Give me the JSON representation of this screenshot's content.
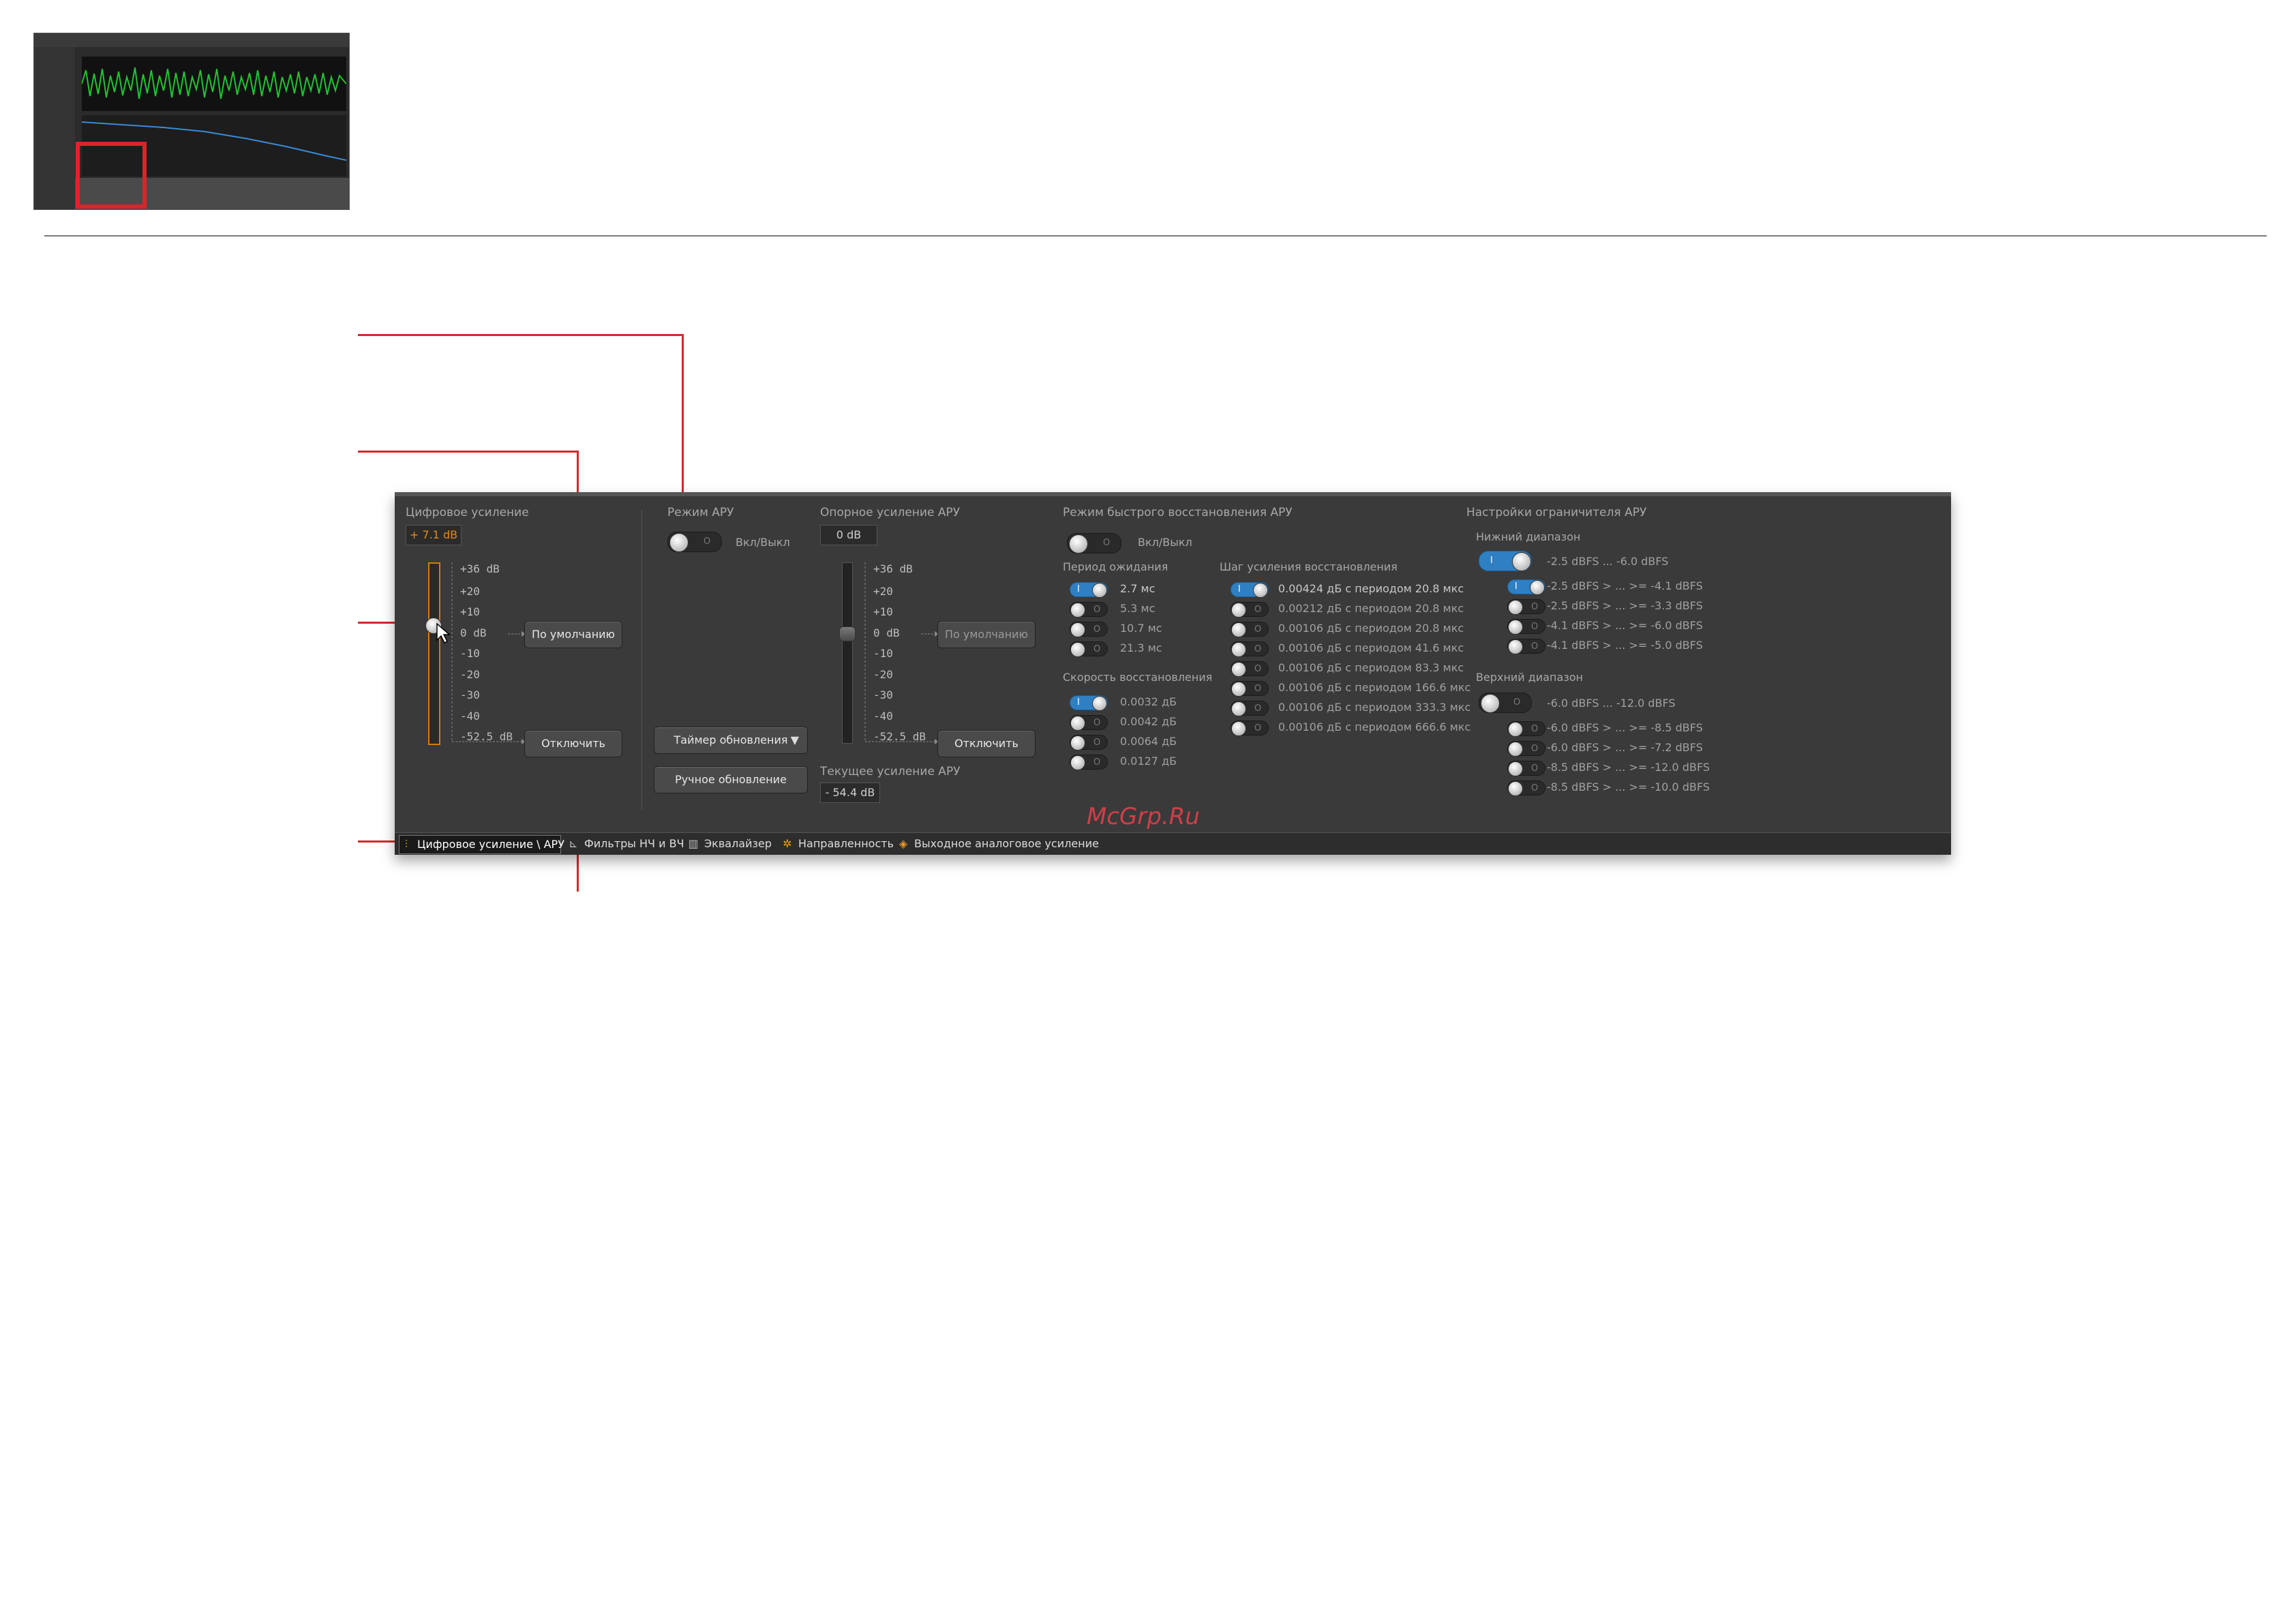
{
  "watermark": "McGrp.Ru",
  "digital_gain": {
    "title": "Цифровое усиление",
    "value": "+ 7.1 dB",
    "scale": [
      "+36 dB",
      "+20",
      "+10",
      "0 dB",
      "-10",
      "-20",
      "-30",
      "-40",
      "-52.5 dB"
    ],
    "default_button": "По умолчанию",
    "disable_button": "Отключить"
  },
  "agc_mode": {
    "title": "Режим АРУ",
    "toggle_label": "Вкл/Выкл",
    "timer_button": "Таймер обновления",
    "manual_button": "Ручное обновление"
  },
  "agc_reference": {
    "title": "Опорное усиление АРУ",
    "value": "0 dB",
    "scale": [
      "+36 dB",
      "+20",
      "+10",
      "0 dB",
      "-10",
      "-20",
      "-30",
      "-40",
      "-52.5 dB"
    ],
    "default_button": "По умолчанию",
    "disable_button": "Отключить",
    "current_title": "Текущее усиление АРУ",
    "current_value": "- 54.4 dB"
  },
  "fast_recovery": {
    "title": "Режим быстрого восстановления АРУ",
    "toggle_label": "Вкл/Выкл",
    "wait_title": "Период ожидания",
    "wait_options": [
      "2.7 мс",
      "5.3 мс",
      "10.7 мс",
      "21.3 мс"
    ],
    "speed_title": "Скорость восстановления",
    "speed_options": [
      "0.0032 дБ",
      "0.0042 дБ",
      "0.0064 дБ",
      "0.0127 дБ"
    ],
    "step_title": "Шаг усиления восстановления",
    "step_options": [
      "0.00424 дБ с периодом 20.8 мкс",
      "0.00212 дБ с периодом 20.8 мкс",
      "0.00106 дБ с периодом 20.8 мкс",
      "0.00106 дБ с периодом 41.6 мкс",
      "0.00106 дБ с периодом 83.3 мкс",
      "0.00106 дБ с периодом 166.6 мкс",
      "0.00106 дБ с периодом 333.3 мкс",
      "0.00106 дБ с периодом 666.6 мкс"
    ]
  },
  "limiter": {
    "title": "Настройки ограничителя АРУ",
    "lower_title": "Нижний диапазон",
    "lower_main": "-2.5 dBFS ... -6.0 dBFS",
    "lower_options": [
      "-2.5 dBFS > ... >= -4.1 dBFS",
      "-2.5 dBFS > ... >= -3.3 dBFS",
      "-4.1 dBFS > ... >= -6.0 dBFS",
      "-4.1 dBFS > ... >= -5.0 dBFS"
    ],
    "upper_title": "Верхний диапазон",
    "upper_main": "-6.0 dBFS ... -12.0 dBFS",
    "upper_options": [
      "-6.0 dBFS > ... >= -8.5 dBFS",
      "-6.0 dBFS > ... >= -7.2 dBFS",
      "-8.5 dBFS > ... >= -12.0 dBFS",
      "-8.5 dBFS > ... >= -10.0 dBFS"
    ]
  },
  "tabs": [
    {
      "label": "Цифровое усиление \\ АРУ",
      "icon": "gain-icon"
    },
    {
      "label": "Фильтры НЧ и ВЧ",
      "icon": "filter-icon"
    },
    {
      "label": "Эквалайзер",
      "icon": "equalizer-icon"
    },
    {
      "label": "Направленность",
      "icon": "direction-icon"
    },
    {
      "label": "Выходное аналоговое усиление",
      "icon": "output-gain-icon"
    }
  ],
  "colors": {
    "accent": "#2f7fc3",
    "gain_value": "#e58a1d",
    "callout": "#d8262e"
  }
}
